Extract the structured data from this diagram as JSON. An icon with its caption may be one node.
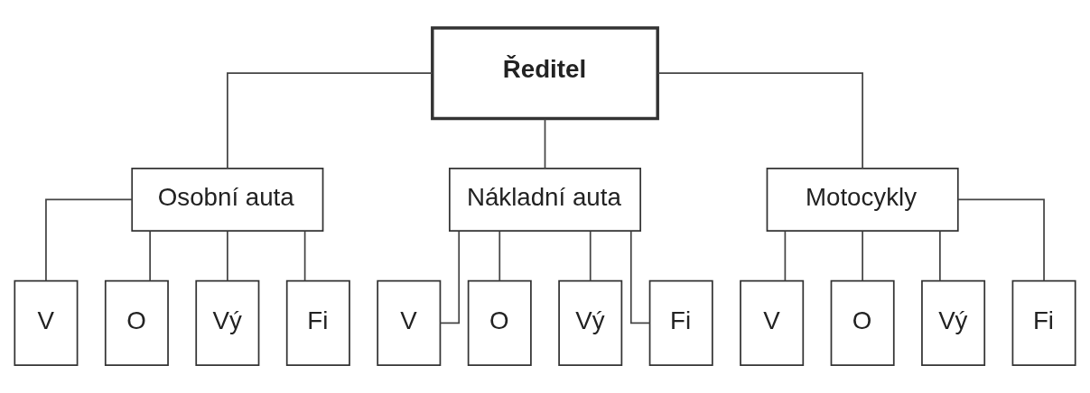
{
  "diagram": {
    "nodes": [
      {
        "text": [
          "Ředitel"
        ]
      },
      {
        "text": [
          "Osobní auta"
        ]
      },
      {
        "text": [
          "Nákladní auta"
        ]
      },
      {
        "text": [
          "Motocykly"
        ]
      },
      {
        "text": [
          "V"
        ]
      },
      {
        "text": [
          "O"
        ]
      },
      {
        "text": [
          "Vý"
        ]
      },
      {
        "text": [
          "Fi"
        ]
      },
      {
        "text": [
          "V"
        ]
      },
      {
        "text": [
          "O"
        ]
      },
      {
        "text": [
          "Vý"
        ]
      },
      {
        "text": [
          "Fi"
        ]
      },
      {
        "text": [
          "V"
        ]
      },
      {
        "text": [
          "O"
        ]
      },
      {
        "text": [
          "Vý"
        ]
      },
      {
        "text": [
          "Fi"
        ]
      }
    ],
    "edges": [
      {
        "from": 0,
        "to": 1,
        "arrow": "none"
      },
      {
        "from": 0,
        "to": 2,
        "arrow": "none"
      },
      {
        "from": 0,
        "to": 3,
        "arrow": "none"
      },
      {
        "from": 1,
        "to": 4,
        "arrow": "none"
      },
      {
        "from": 1,
        "to": 5,
        "arrow": "none"
      },
      {
        "from": 1,
        "to": 6,
        "arrow": "none"
      },
      {
        "from": 1,
        "to": 7,
        "arrow": "none"
      },
      {
        "from": 2,
        "to": 8,
        "arrow": "none"
      },
      {
        "from": 2,
        "to": 9,
        "arrow": "none"
      },
      {
        "from": 2,
        "to": 10,
        "arrow": "none"
      },
      {
        "from": 2,
        "to": 11,
        "arrow": "none"
      },
      {
        "from": 3,
        "to": 12,
        "arrow": "none"
      },
      {
        "from": 3,
        "to": 13,
        "arrow": "none"
      },
      {
        "from": 3,
        "to": 14,
        "arrow": "none"
      },
      {
        "from": 3,
        "to": 15,
        "arrow": "none"
      }
    ]
  }
}
